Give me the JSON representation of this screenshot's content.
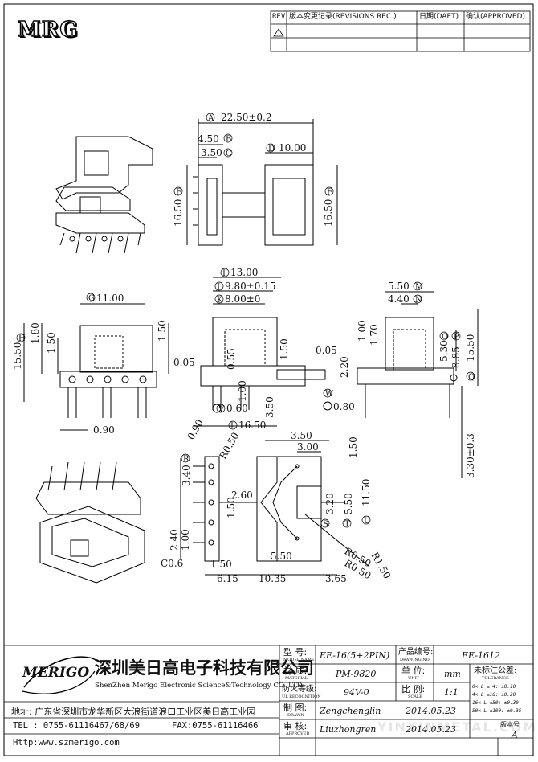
{
  "logo": {
    "text": "MRG"
  },
  "revision_table": {
    "headers": [
      "REV",
      "版本变更记录(REVISIONS REC.)",
      "日期(DAET)",
      "确认(APPROVED)"
    ]
  },
  "dimensions": {
    "top_view": [
      "A",
      "22.50±0.2",
      "4.50",
      "B",
      "3.50",
      "C",
      "D",
      "10.00",
      "E",
      "16.50",
      "F",
      "16.50"
    ],
    "front_view": [
      "G",
      "11.00",
      "H",
      "15.50",
      "1.80",
      "1.50",
      "1.50",
      "0.05",
      "0.90"
    ],
    "side_view_center": [
      "I",
      "13.00",
      "J",
      "9.80±0.15",
      "K",
      "8.00±0",
      "0.55",
      "1.00",
      "V",
      "0.60",
      "L",
      "16.50",
      "1.50",
      "0.05",
      "2.20",
      "3.50",
      "W",
      "0.80"
    ],
    "side_view_right": [
      "5.50",
      "M",
      "4.40",
      "N",
      "1.00",
      "1.70",
      "O",
      "5.30",
      "P",
      "8.85",
      "15.50",
      "Q"
    ],
    "bottom_view": [
      "0.90",
      "R0.50",
      "3.50",
      "3.00",
      "1.50",
      "R",
      "3.40",
      "2.60",
      "1.50",
      "3.20",
      "5.50",
      "11.50",
      "S",
      "T",
      "U",
      "2.40",
      "1.00",
      "C0.6",
      "1.50",
      "5.50",
      "R0.50",
      "R1.50",
      "R0.50",
      "6.15",
      "10.35",
      "3.65",
      "3.30±0.3"
    ]
  },
  "company": {
    "brand": "MERIGO",
    "name_cn": "深圳美日高电子科技有限公司",
    "name_en": "ShenZhen Merigo Electronic Science&Technology CO.,LTD",
    "address": "地址: 广东省深圳市龙华新区大浪街道浪口工业区美日高工业园",
    "tel": "TEL : 0755-61116467/68/69",
    "fax": "FAX:0755-61116466",
    "http": "Http:www.szmerigo.com"
  },
  "title_block": {
    "model_label_cn": "型 号:",
    "model_label_en": "MODEL NAME",
    "model_value": "EE-16(5+2PIN)",
    "drawing_label_cn": "产品编号:",
    "drawing_label_en": "DRAWING NO.",
    "drawing_value": "EE-1612",
    "material_label_cn": "材 质:",
    "material_label_en": "MATERIAL",
    "material_value": "PM-9820",
    "unit_label_cn": "单 位:",
    "unit_label_en": "UNIT",
    "unit_value": "mm",
    "tolerance_label_cn": "未标注公差:",
    "tolerance_label_en": "TOLERANCE",
    "tolerance_rows": [
      "0< L ≤ 4:   ±0.10",
      "4< L ≤16:  ±0.20",
      "16< L ≤50:  ±0.30",
      "50< L ≤100: ±0.35"
    ],
    "fire_label_cn": "防火等级:",
    "fire_label_en": "UL RECOGNITION",
    "fire_value": "94V-0",
    "scale_label_cn": "比 例:",
    "scale_label_en": "SCALE",
    "scale_value": "1:1",
    "drawn_label_cn": "制 图:",
    "drawn_label_en": "DRAWN",
    "drawn_by": "Zengchenglin",
    "drawn_date": "2014.05.23",
    "approved_label_cn": "审 核:",
    "approved_label_en": "APPROVED",
    "approved_by": "Liuzhongren",
    "approved_date": "2014.05.23",
    "version_label": "版本号",
    "version_value": "A"
  },
  "watermark": "YINXINMETAL.COM"
}
